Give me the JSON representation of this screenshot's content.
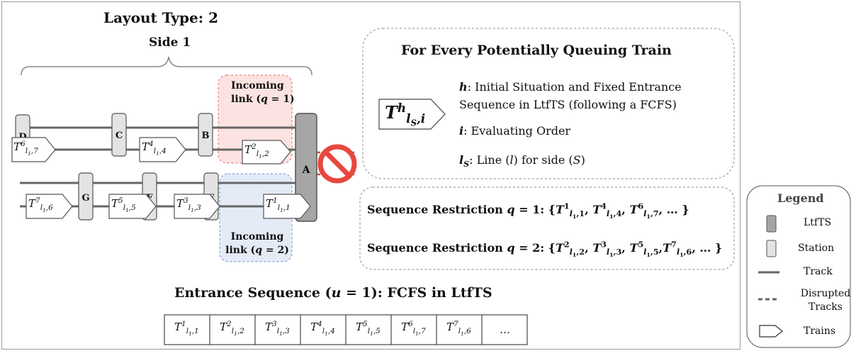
{
  "layout_title": "Layout Type: 2",
  "side_label": "Side 1",
  "link1_label": [
    "Incoming",
    "link (q = 1)"
  ],
  "link2_label": [
    "Incoming",
    "link (q = 2)"
  ],
  "stations": [
    "D",
    "C",
    "B",
    "G",
    "F",
    "E"
  ],
  "ltfts_label": "A",
  "trains": [
    {
      "sup": "6",
      "sub": "l1,7"
    },
    {
      "sup": "4",
      "sub": "l1,4"
    },
    {
      "sup": "2",
      "sub": "l1,2"
    },
    {
      "sup": "7",
      "sub": "l1,6"
    },
    {
      "sup": "5",
      "sub": "l1,5"
    },
    {
      "sup": "3",
      "sub": "l1,3"
    },
    {
      "sup": "1",
      "sub": "l1,1"
    }
  ],
  "queue_box": {
    "title": "For Every Potentially Queuing Train",
    "symbol": {
      "base": "T",
      "sup": "h",
      "sub": "ls,i"
    },
    "h_text": [
      "h: Initial Situation and Fixed Entrance",
      "Sequence in LtfTS (following a FCFS)"
    ],
    "i_text": "i: Evaluating Order",
    "ls_text": "ls: Line (l) for side (S)"
  },
  "restrictions": [
    {
      "label": "Sequence Restriction q = 1:",
      "set": "{T¹l1,1, T⁴l1,4, T⁶l1,7, …}"
    },
    {
      "label": "Sequence Restriction q = 2:",
      "set": "{T²l1,2, T³l1,3, T⁵l1,5, T⁷l1,6, …}"
    }
  ],
  "entrance_title": "Entrance Sequence (u = 1): FCFS in LtfTS",
  "entrance_sequence": [
    {
      "sup": "1",
      "sub": "l1,1"
    },
    {
      "sup": "2",
      "sub": "l1,2"
    },
    {
      "sup": "3",
      "sub": "l1,3"
    },
    {
      "sup": "4",
      "sub": "l1,4"
    },
    {
      "sup": "5",
      "sub": "l1,5"
    },
    {
      "sup": "6",
      "sub": "l1,7"
    },
    {
      "sup": "7",
      "sub": "l1,6"
    },
    {
      "text": "…"
    }
  ],
  "legend": {
    "title": "Legend",
    "items": [
      "LtfTS",
      "Station",
      "Track",
      "Disrupted Tracks",
      "Trains"
    ]
  }
}
